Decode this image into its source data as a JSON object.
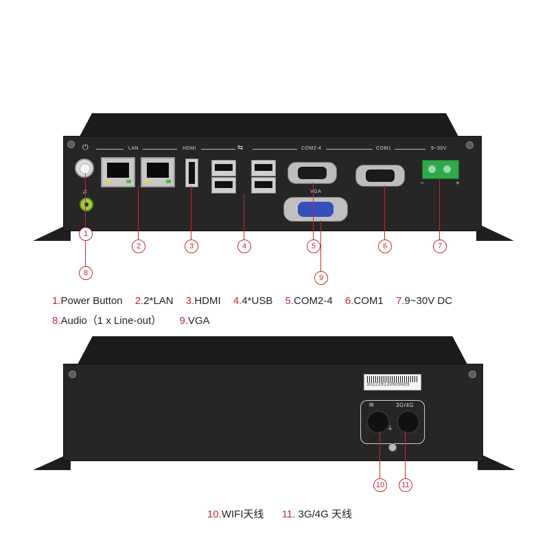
{
  "top_device": {
    "silkscreen": {
      "lan": "LAN",
      "hdmi": "HDMI",
      "usb": "⇆",
      "com24": "COM2-4",
      "com1": "COM1",
      "power": "9~30V",
      "vga": "VGA",
      "minus": "−",
      "plus": "+"
    },
    "callouts": [
      "1",
      "2",
      "3",
      "4",
      "5",
      "6",
      "7",
      "8",
      "9"
    ]
  },
  "legend": {
    "row1": [
      {
        "num": "1.",
        "label": "Power Button"
      },
      {
        "num": "2.",
        "label": "2*LAN"
      },
      {
        "num": "3.",
        "label": "HDMI"
      },
      {
        "num": "4.",
        "label": "4*USB"
      },
      {
        "num": "5.",
        "label": "COM2-4"
      },
      {
        "num": "6.",
        "label": "COM1"
      },
      {
        "num": "7.",
        "label": "9~30V DC"
      }
    ],
    "row2": [
      {
        "num": "8.",
        "label": "Audio（1 x Line-out）"
      },
      {
        "num": "9.",
        "label": "VGA"
      }
    ]
  },
  "bottom_device": {
    "serial": "302228120609009",
    "antenna_label": "3G/4G",
    "callouts": [
      "10",
      "11"
    ]
  },
  "legend_bottom": [
    {
      "num": "10.",
      "label": "WIFI天线"
    },
    {
      "num": "11.",
      "label": " 3G/4G 天线"
    }
  ]
}
